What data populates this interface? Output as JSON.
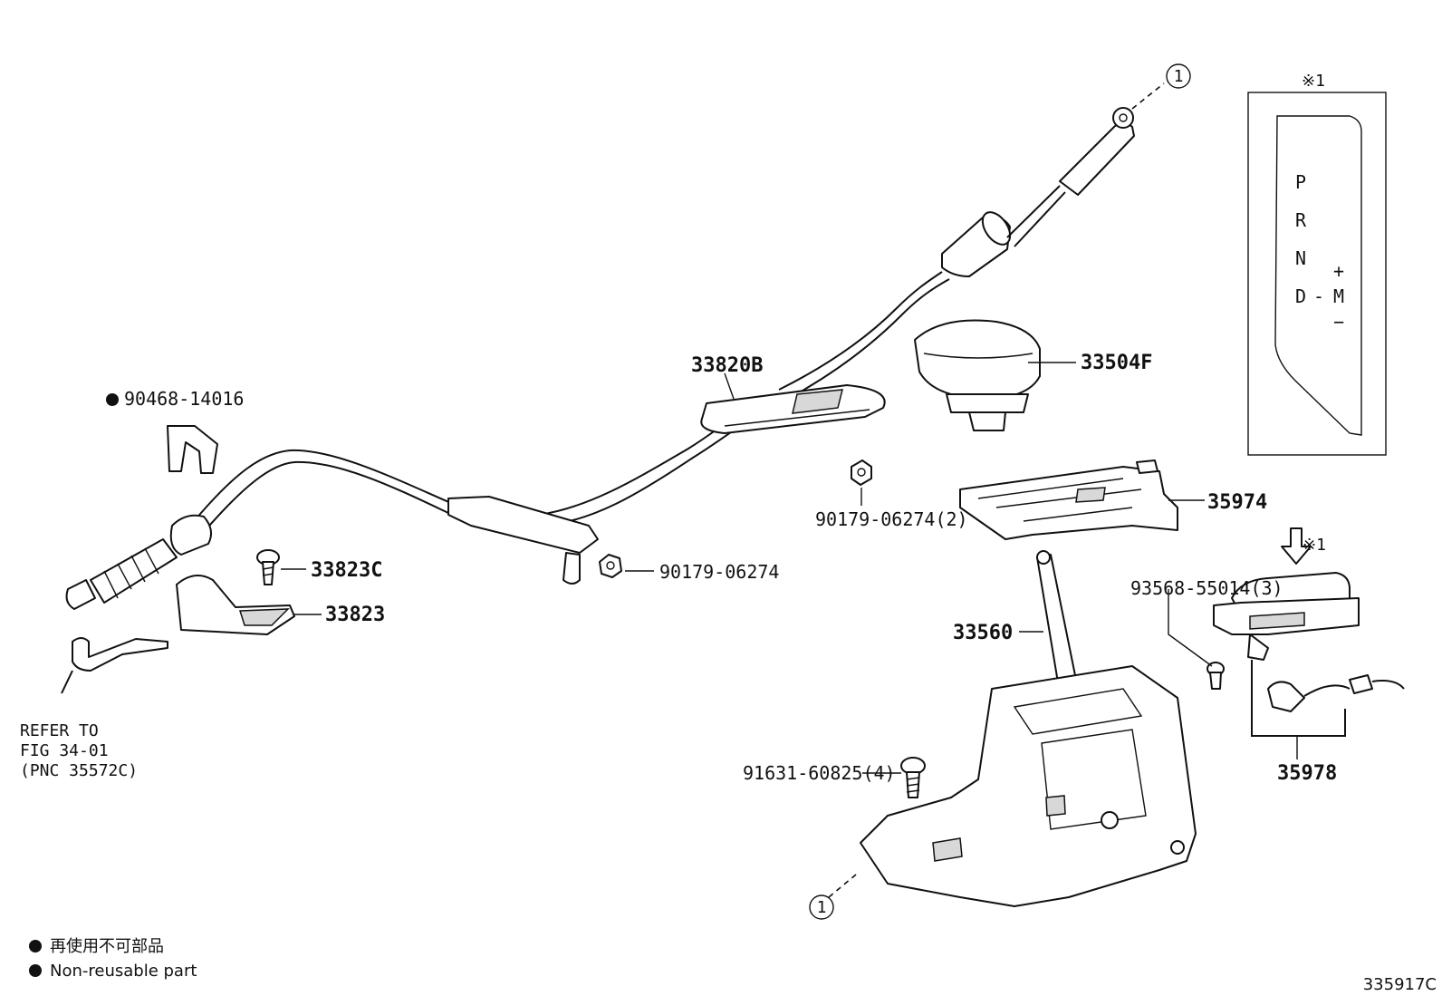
{
  "labels": {
    "p90468": "90468-14016",
    "p33820B": "33820B",
    "p33504F": "33504F",
    "p35974": "35974",
    "p90179_2": "90179-06274(2)",
    "p90179": "90179-06274",
    "p33823C": "33823C",
    "p33823": "33823",
    "p93568": "93568-55014(3)",
    "p33560": "33560",
    "p91631": "91631-60825(4)",
    "p35978": "35978"
  },
  "refer": [
    "REFER TO",
    "FIG 34-01",
    "(PNC 35572C)"
  ],
  "callouts": {
    "ref_circle": "1",
    "note_mark": "※1"
  },
  "gate": {
    "p": "P",
    "r": "R",
    "n": "N",
    "d": "D",
    "dash": "-",
    "m": "M",
    "plus": "+",
    "minus": "−"
  },
  "legend": {
    "ja": "再使用不可部品",
    "en": "Non-reusable part"
  },
  "figure_id": "335917C"
}
